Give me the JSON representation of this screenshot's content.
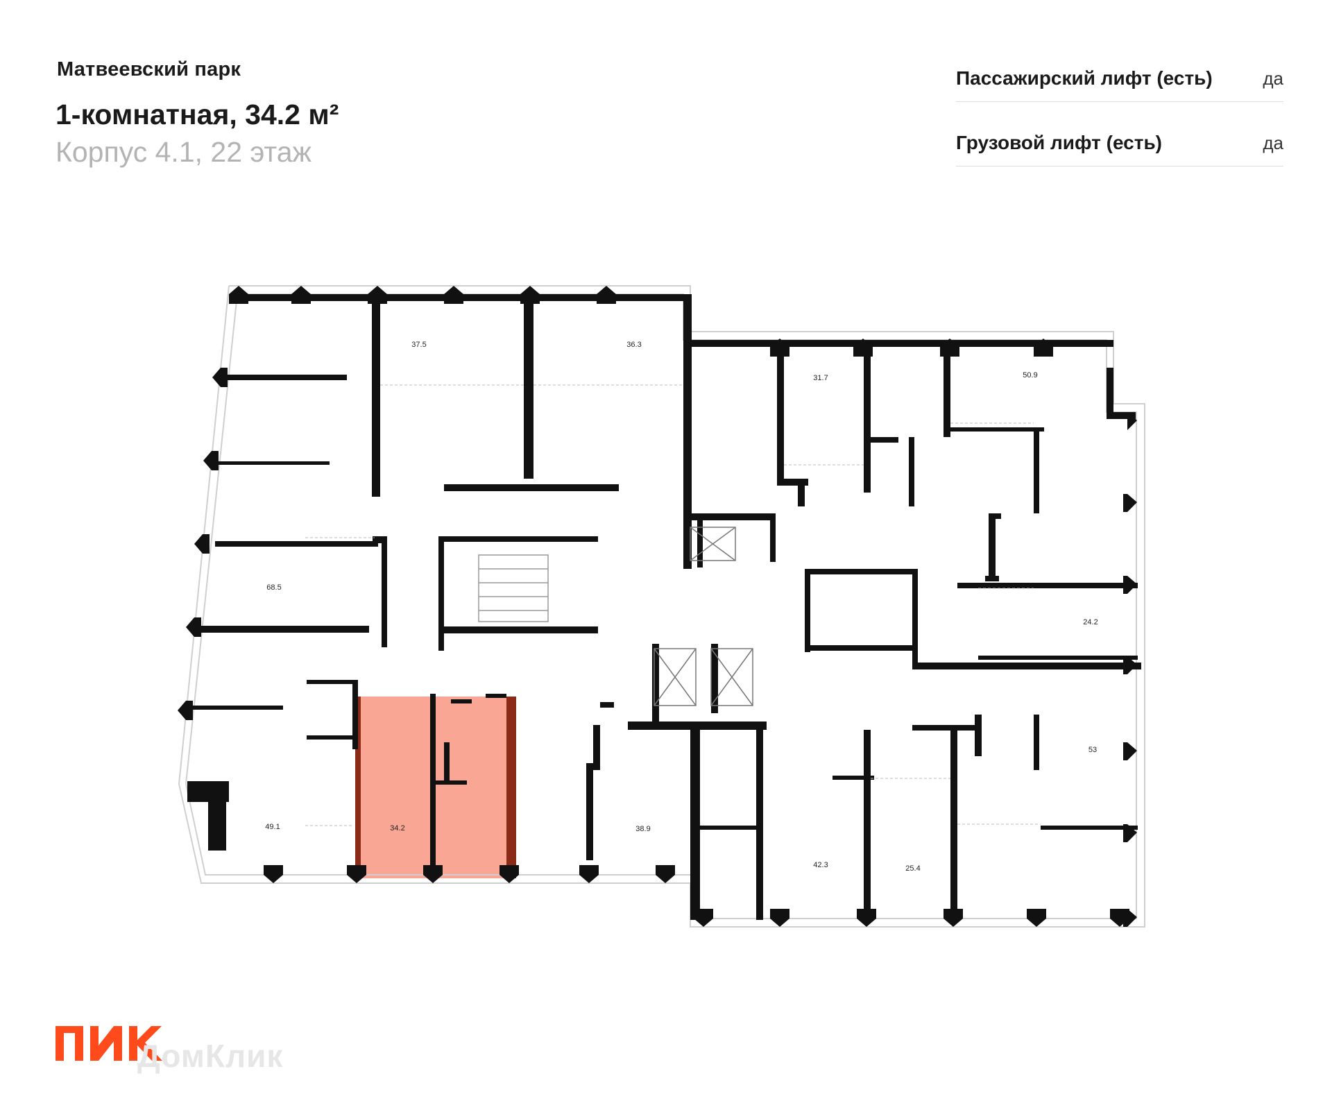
{
  "header": {
    "project": "Матвеевский парк",
    "apartment_title": "1-комнатная, 34.2 м²",
    "building_floor": "Корпус 4.1, 22 этаж"
  },
  "features": [
    {
      "label": "Пассажирский лифт (есть)",
      "value": "да"
    },
    {
      "label": "Грузовой лифт (есть)",
      "value": "да"
    }
  ],
  "plan": {
    "areas": [
      "37.5",
      "36.3",
      "31.7",
      "50.9",
      "68.5",
      "24.2",
      "53",
      "49.1",
      "34.2",
      "38.9",
      "42.3",
      "25.4"
    ],
    "selected_area": "34.2",
    "highlight_color": "#f9907a"
  },
  "brand": {
    "logo": "ПИК",
    "watermark": "ДомКлик",
    "logo_color": "#ff4a1c"
  }
}
